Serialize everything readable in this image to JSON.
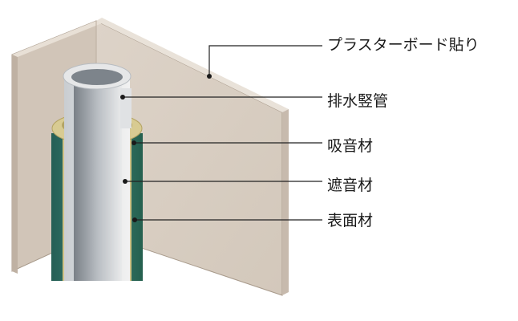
{
  "labels": {
    "plasterboard": "プラスターボード貼り",
    "drain_pipe": "排水竪管",
    "sound_absorbing": "吸音材",
    "sound_insulating": "遮音材",
    "surface_material": "表面材"
  },
  "colors": {
    "wall_front": "#d9cfc4",
    "wall_side": "#cfc3b6",
    "wall_edge": "#b6a89a",
    "surface_green": "#2e7265",
    "insulation_yellow": "#cdbf7f",
    "absorber_tan": "#d6c98f",
    "pipe_gray": "#9aa0a6",
    "leader_line": "#222222"
  }
}
